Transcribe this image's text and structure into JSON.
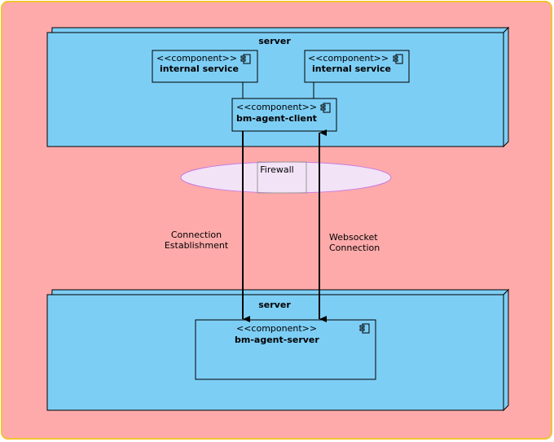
{
  "colors": {
    "background": "#ffaaaa",
    "border": "#f2c233",
    "node_fill": "#7dcef5",
    "node_side": "#6ab8e0",
    "component_fill": "#7dcef5",
    "firewall_fill": "#f2e3f7",
    "firewall_stroke": "#c77be0"
  },
  "top_node": {
    "title": "server",
    "components": [
      {
        "stereotype": "<<component>>",
        "name": "internal service"
      },
      {
        "stereotype": "<<component>>",
        "name": "internal service"
      },
      {
        "stereotype": "<<component>>",
        "name": "bm-agent-client"
      }
    ]
  },
  "bottom_node": {
    "title": "server",
    "component": {
      "stereotype": "<<component>>",
      "name": "bm-agent-server"
    }
  },
  "firewall": {
    "label": "Firewall"
  },
  "connections": {
    "establishment": {
      "line1": "Connection",
      "line2": "Establishment"
    },
    "websocket": {
      "line1": "Websocket",
      "line2": "Connection"
    }
  }
}
